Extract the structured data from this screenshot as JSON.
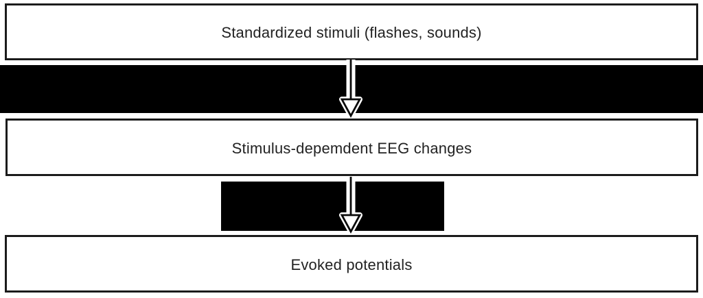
{
  "diagram": {
    "background_color": "#ffffff",
    "band_color": "#000000",
    "box_border_color": "#1b1b1b",
    "text_color": "#222222",
    "boxes": [
      {
        "label": "Standardized stimuli (flashes, sounds)"
      },
      {
        "label": "Stimulus-depemdent EEG changes"
      },
      {
        "label": "Evoked potentials"
      }
    ],
    "connectors": [
      {
        "icon": "down-arrow-icon",
        "direction": "down",
        "band": "full-width"
      },
      {
        "icon": "down-arrow-icon",
        "direction": "down",
        "band": "partial-width"
      }
    ]
  }
}
